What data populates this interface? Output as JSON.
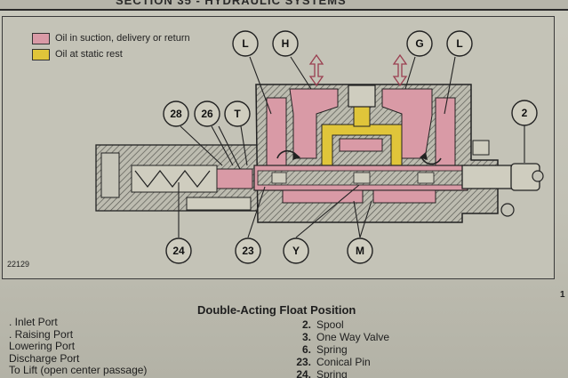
{
  "header": {
    "title": "SECTION 35 - HYDRAULIC SYSTEMS"
  },
  "legend": {
    "items": [
      {
        "label": "Oil in suction, delivery or return",
        "color": "#d99aa6"
      },
      {
        "label": "Oil at static rest",
        "color": "#e0c53a"
      }
    ]
  },
  "figure_number": "22129",
  "callouts": [
    "L",
    "H",
    "G",
    "L",
    "2",
    "28",
    "26",
    "T",
    "24",
    "23",
    "Y",
    "M"
  ],
  "caption": {
    "title": "Double-Acting Float Position"
  },
  "left_list": [
    ". Inlet Port",
    ". Raising Port",
    "Lowering Port",
    "Discharge Port",
    "To Lift (open center passage)"
  ],
  "right_list": [
    {
      "num": "2.",
      "label": "Spool"
    },
    {
      "num": "3.",
      "label": "One Way Valve"
    },
    {
      "num": "6.",
      "label": "Spring"
    },
    {
      "num": "23.",
      "label": "Conical Pin"
    },
    {
      "num": "24.",
      "label": "Spring"
    }
  ],
  "page_marker": "1",
  "colors": {
    "pink": "#d99aa6",
    "yellow": "#e0c53a",
    "hatch": "#555550"
  }
}
